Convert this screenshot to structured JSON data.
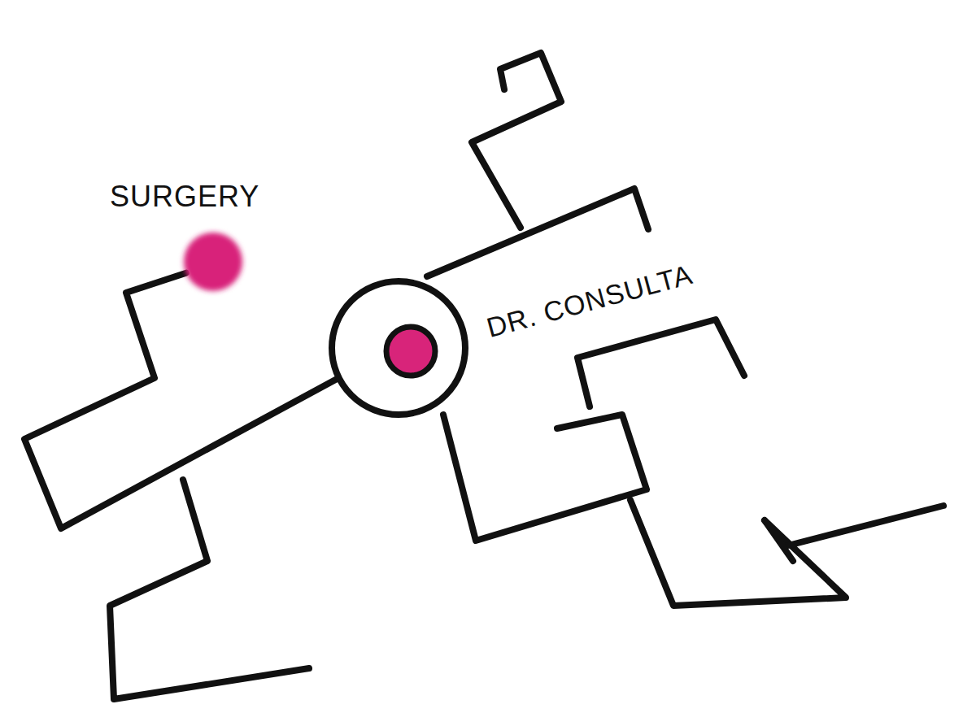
{
  "diagram": {
    "nodes": [
      {
        "text": [
          "SURGERY"
        ]
      },
      {
        "text": [
          "DR. CONSULTA"
        ]
      }
    ],
    "edges": [
      {
        "from": 0,
        "to": 1,
        "arrow": "none"
      }
    ]
  }
}
